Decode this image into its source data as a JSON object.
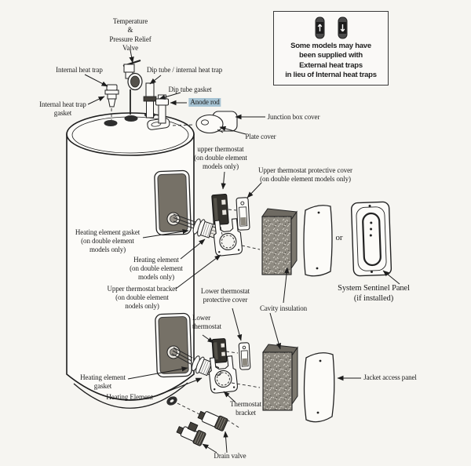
{
  "note_box": {
    "text": "Some models may have\nbeen supplied with\nExternal heat traps\nin lieu of Internal heat traps",
    "icons": [
      "heat-trap-arrow-up-icon",
      "heat-trap-arrow-down-icon"
    ]
  },
  "labels": {
    "tp_valve": "Temperature\n&\nPressure Relief\nValve",
    "internal_heat_trap": "Internal heat trap",
    "internal_heat_trap_gasket": "Internal heat trap\ngasket",
    "dip_tube": "Dip tube / internal heat trap",
    "dip_tube_gasket": "Dip tube gasket",
    "anode_rod": "Anode rod",
    "junction_box_cover": "Junction box cover",
    "plate_cover": "Plate cover",
    "upper_thermostat": "upper thermostat\n(on double element\nmodels only)",
    "upper_thermostat_cover": "Upper thermostat protective cover\n(on double element models only)",
    "heating_element_gasket_upper": "Heating element gasket\n(on double element\nmodels only)",
    "heating_element_upper": "Heating element\n(on double element\nmodels only)",
    "upper_thermostat_bracket": "Upper thermostat bracket\n(on double element\nnodels only)",
    "lower_thermostat_cover": "Lower thermostat\nprotective cover",
    "lower_thermostat": "Lower\nthermostat",
    "cavity_insulation": "Cavity insulation",
    "or_divider": "or",
    "system_sentinel_panel": "System Sentinel Panel\n(if installed)",
    "thermostat_bracket": "Thermostat\nbracket",
    "heating_element_gasket_lower": "Heating element\ngasket",
    "heating_element_lower": "Heating Element",
    "drain_valve": "Drain valve",
    "jacket_access_panel": "Jacket access panel"
  },
  "colors": {
    "anode_highlight": "#a6c3d3",
    "line": "#1d1d1d",
    "background": "#f6f5f1"
  }
}
